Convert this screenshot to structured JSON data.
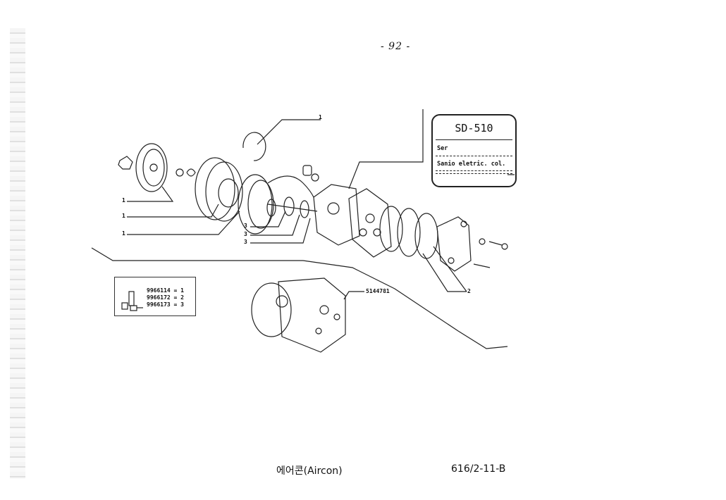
{
  "page_number": "- 92 -",
  "model_box": {
    "title": "SD-510",
    "row1": "Ser",
    "row2": "Sanio eletric. col."
  },
  "legend": {
    "rows": [
      "9966114 = 1",
      "9966172 = 2",
      "9966173 = 3"
    ]
  },
  "callouts": {
    "snap_ring": "1",
    "left_1a": "1",
    "left_1b": "1",
    "left_1c": "1",
    "seal_3a": "3",
    "seal_3b": "3",
    "seal_3c": "3",
    "gaskets_2": "2",
    "part_number": "5144781"
  },
  "footer": {
    "title": "에어콘(Aircon)",
    "code": "616/2-11-B"
  }
}
